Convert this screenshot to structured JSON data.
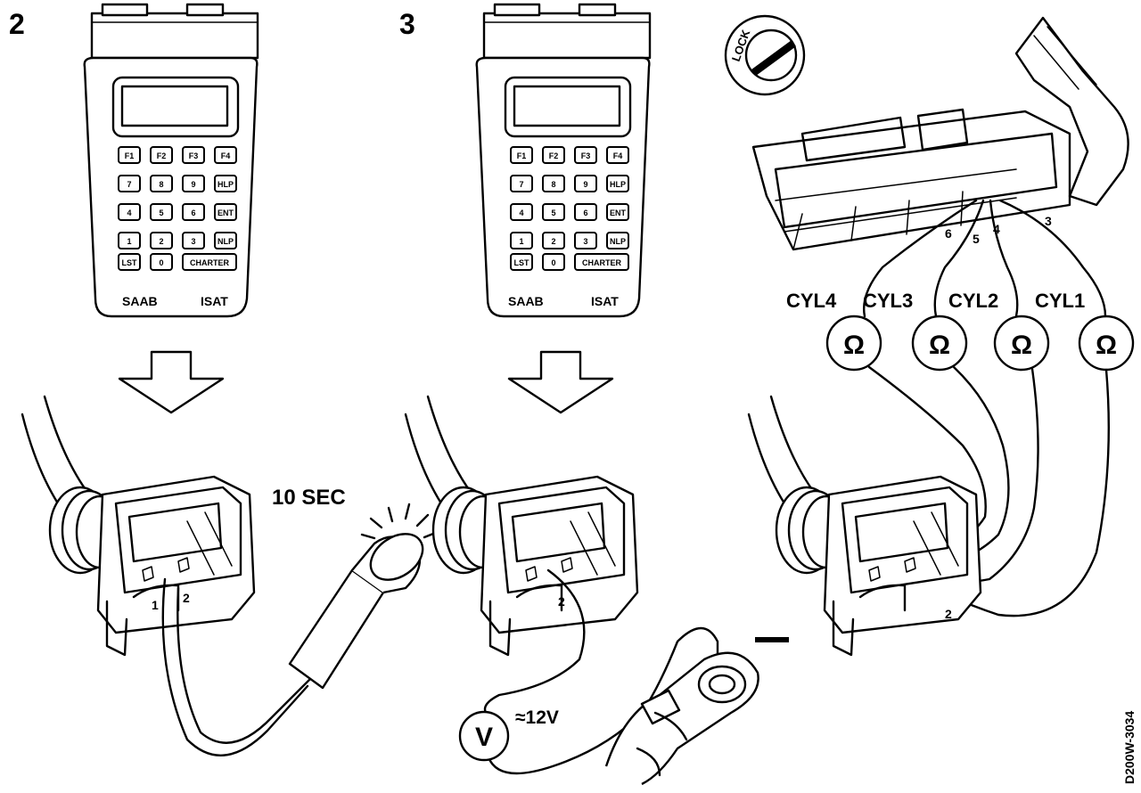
{
  "steps": {
    "step2": "2",
    "step3": "3"
  },
  "scanner": {
    "brand": "SAAB",
    "model": "ISAT",
    "fkeys": [
      "F1",
      "F2",
      "F3",
      "F4"
    ],
    "rows": [
      [
        "7",
        "8",
        "9",
        "HLP"
      ],
      [
        "4",
        "5",
        "6",
        "ENT"
      ],
      [
        "1",
        "2",
        "3",
        "NLP"
      ]
    ],
    "bottom": [
      "LST",
      "0",
      "CHARTER"
    ]
  },
  "panel2": {
    "duration": "10 SEC",
    "pin1": "1",
    "pin2": "2"
  },
  "panel3": {
    "meter": "V",
    "voltage": "≈12V",
    "pin2": "2",
    "minus": "—"
  },
  "panel4": {
    "lock": "LOCK",
    "pins": [
      "6",
      "5",
      "4",
      "3"
    ],
    "cylinders": [
      "CYL4",
      "CYL3",
      "CYL2",
      "CYL1"
    ],
    "ohm": "Ω",
    "pin2": "2"
  },
  "figure_code": "D200W-3034"
}
